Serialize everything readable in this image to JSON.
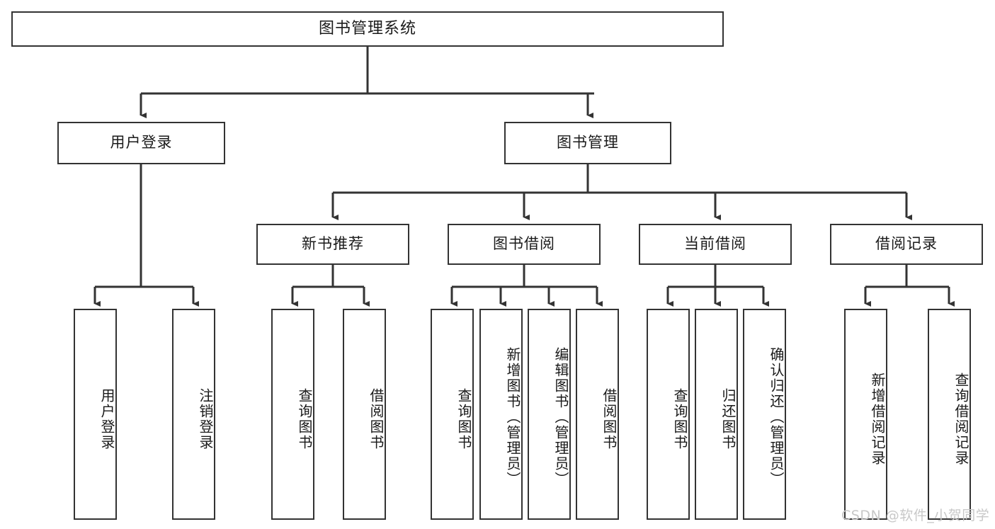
{
  "diagram": {
    "type": "tree",
    "title": "图书管理系统",
    "root": {
      "id": "root",
      "label": "图书管理系统"
    },
    "level1": [
      {
        "id": "user-login",
        "label": "用户登录"
      },
      {
        "id": "book-management",
        "label": "图书管理"
      }
    ],
    "level2": [
      {
        "id": "new-book-recommend",
        "label": "新书推荐",
        "parent": "book-management"
      },
      {
        "id": "book-borrow",
        "label": "图书借阅",
        "parent": "book-management"
      },
      {
        "id": "current-borrow",
        "label": "当前借阅",
        "parent": "book-management"
      },
      {
        "id": "borrow-record",
        "label": "借阅记录",
        "parent": "book-management"
      }
    ],
    "leaves": {
      "user-login": [
        {
          "id": "leaf-user-login",
          "label": "用户登录"
        },
        {
          "id": "leaf-logout",
          "label": "注销登录"
        }
      ],
      "new-book-recommend": [
        {
          "id": "leaf-query-book-1",
          "label": "查询图书"
        },
        {
          "id": "leaf-borrow-book-1",
          "label": "借阅图书"
        }
      ],
      "book-borrow": [
        {
          "id": "leaf-query-book-2",
          "label": "查询图书"
        },
        {
          "id": "leaf-add-book",
          "label": "新增图书（管理员）"
        },
        {
          "id": "leaf-edit-book",
          "label": "编辑图书（管理员）"
        },
        {
          "id": "leaf-borrow-book-2",
          "label": "借阅图书"
        }
      ],
      "current-borrow": [
        {
          "id": "leaf-query-book-3",
          "label": "查询图书"
        },
        {
          "id": "leaf-return-book",
          "label": "归还图书"
        },
        {
          "id": "leaf-confirm-return",
          "label": "确认归还（管理员）"
        }
      ],
      "borrow-record": [
        {
          "id": "leaf-add-record",
          "label": "新增借阅记录"
        },
        {
          "id": "leaf-query-record",
          "label": "查询借阅记录"
        }
      ]
    },
    "watermark": "CSDN @软件_小贺同学",
    "colors": {
      "stroke": "#333333",
      "fill": "#ffffff",
      "text": "#1a1a1a",
      "watermark": "#c8c8c8"
    }
  }
}
